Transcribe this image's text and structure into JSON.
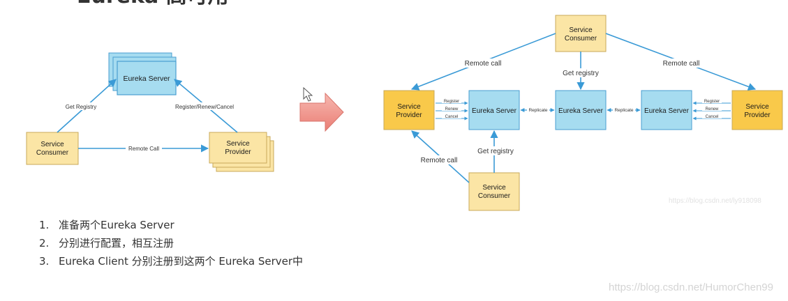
{
  "title": "Eureka 高可用",
  "left_diagram": {
    "server_label": "Eureka Server",
    "consumer_label": [
      "Service",
      "Consumer"
    ],
    "provider_label": [
      "Service",
      "Provider"
    ],
    "edge_get_registry": "Get Registry",
    "edge_register": "Register/Renew/Cancel",
    "edge_remote_call": "Remote Call"
  },
  "right_diagram": {
    "server_label": "Eureka Server",
    "consumer_label": [
      "Service",
      "Consumer"
    ],
    "provider_label": [
      "Service",
      "Provider"
    ],
    "remote_call": "Remote call",
    "get_registry": "Get registry",
    "replicate": "Replicate",
    "register": "Register",
    "renew": "Renew",
    "cancel": "Cancel"
  },
  "steps": [
    {
      "num": "1.",
      "text": "准备两个Eureka Server"
    },
    {
      "num": "2.",
      "text": "分别进行配置，相互注册"
    },
    {
      "num": "3.",
      "text": "Eureka Client 分别注册到这两个 Eureka Server中"
    }
  ],
  "watermark_inner": "https://blog.csdn.net/ly918098",
  "watermark_outer": "https://blog.csdn.net/HumorChen99",
  "colors": {
    "server_fill": "#a6dcf0",
    "server_stroke": "#4a9ed0",
    "consumer_fill": "#fbe5a5",
    "provider_fill": "#f9c94a",
    "box_stroke": "#c8a95a",
    "arrow": "#3a9ad6",
    "big_arrow": "#ef8f86"
  }
}
